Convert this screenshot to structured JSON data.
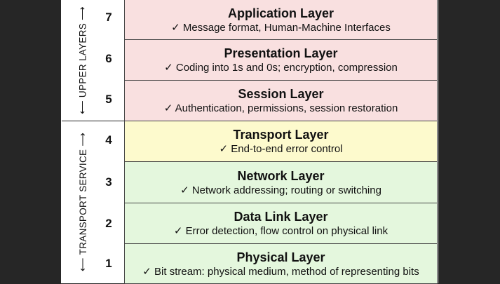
{
  "groups": {
    "upper": {
      "label": "UPPER LAYERS"
    },
    "transport": {
      "label": "TRANSPORT SERVICE"
    }
  },
  "arrows": {
    "left": "⟵",
    "right": "⟶"
  },
  "check": "✓",
  "colors": {
    "upper": "#f9e0e0",
    "transport": "#fdfacd",
    "lower": "#e4f7dd",
    "background": "#262626"
  },
  "layers": [
    {
      "number": "7",
      "name": "Application Layer",
      "description": "Message format, Human-Machine Interfaces",
      "group": "upper"
    },
    {
      "number": "6",
      "name": "Presentation Layer",
      "description": "Coding into 1s and 0s; encryption, compression",
      "group": "upper"
    },
    {
      "number": "5",
      "name": "Session Layer",
      "description": "Authentication, permissions, session restoration",
      "group": "upper"
    },
    {
      "number": "4",
      "name": "Transport Layer",
      "description": "End-to-end error control",
      "group": "transport"
    },
    {
      "number": "3",
      "name": "Network Layer",
      "description": "Network addressing; routing or switching",
      "group": "lower"
    },
    {
      "number": "2",
      "name": "Data Link Layer",
      "description": "Error detection, flow control on physical link",
      "group": "lower"
    },
    {
      "number": "1",
      "name": "Physical Layer",
      "description": "Bit stream: physical medium, method of representing bits",
      "group": "lower"
    }
  ]
}
